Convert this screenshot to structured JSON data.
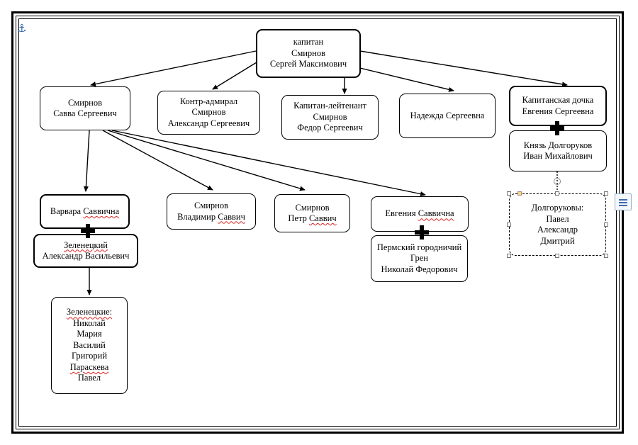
{
  "diagram": {
    "nodes": {
      "root": [
        "капитан",
        "Смирнов",
        "Сергей Максимович"
      ],
      "savva": [
        "Смирнов",
        "Савва Сергеевич"
      ],
      "kontr": [
        "Контр-адмирал",
        "Смирнов",
        "Александр Сергеевич"
      ],
      "kaplt": [
        "Капитан-лейтенант",
        "Смирнов",
        "Федор Сергеевич"
      ],
      "nadezhda": [
        "Надежда Сергеевна"
      ],
      "evgenia_s": [
        "Капитанская дочка",
        "Евгения Сергеевна"
      ],
      "knyaz": [
        "Князь Долгоруков",
        "Иван Михайлович"
      ],
      "dolgorukovy": [
        "Долгоруковы:",
        "Павел",
        "Александр",
        "Дмитрий"
      ],
      "varvara": [
        "Варвара Саввична"
      ],
      "zelenetsky": [
        "Зеленецкий",
        "Александр Васильевич"
      ],
      "zelenetskie": [
        "Зеленецкие:",
        "Николай",
        "Мария",
        "Василий",
        "Григорий",
        "Параскева",
        "Павел"
      ],
      "vladimir": [
        "Смирнов",
        "Владимир Саввич"
      ],
      "petr": [
        "Смирнов",
        "Петр Саввич"
      ],
      "evgenia_sav": [
        "Евгения Саввична"
      ],
      "permsky": [
        "Пермский городничий",
        "Грен",
        "Николай Федорович"
      ]
    },
    "icons": {
      "anchor": "⚓",
      "marriage": "plus-icon"
    }
  }
}
